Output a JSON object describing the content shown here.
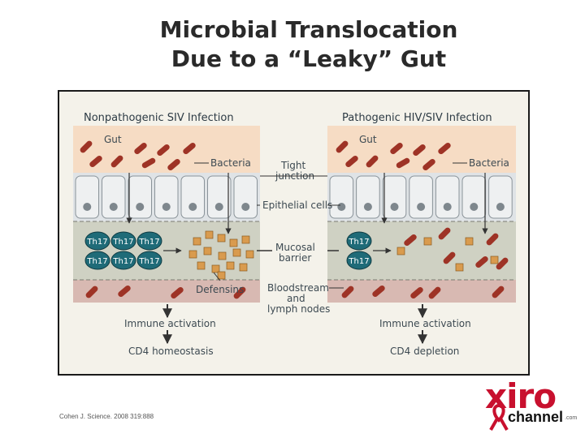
{
  "title": {
    "line1": "Microbial Translocation",
    "line2": "Due to a “Leaky” Gut"
  },
  "figure": {
    "left_heading": "Nonpathogenic SIV Infection",
    "right_heading": "Pathogenic HIV/SIV Infection",
    "gut_label": "Gut",
    "bacteria_label": "Bacteria",
    "tight_junction_label": "Tight\njunction",
    "epithelial_label": "Epithelial cells",
    "mucosal_label": "Mucosal\nbarrier",
    "th17_label": "Th17",
    "defensins_label": "Defensins",
    "bloodstream_label": "Bloodstream\nand\nlymph nodes",
    "left_immune": "Immune activation",
    "right_immune": "Immune activation",
    "left_outcome": "CD4 homeostasis",
    "right_outcome": "CD4 depletion",
    "colors": {
      "gut": "#f6dcc4",
      "epithelial": "#dfe3e6",
      "mucosa": "#cfd1c3",
      "blood": "#d8b9b2",
      "bacteria": "#9e3326",
      "th17": "#1f6b78",
      "defensin": "#d99b4e"
    }
  },
  "citation": "Cohen J. Science. 2008 319:888",
  "logo": {
    "top": "xiro",
    "bottom": "channel",
    "suffix": ".com",
    "icon": "red-ribbon-icon"
  }
}
